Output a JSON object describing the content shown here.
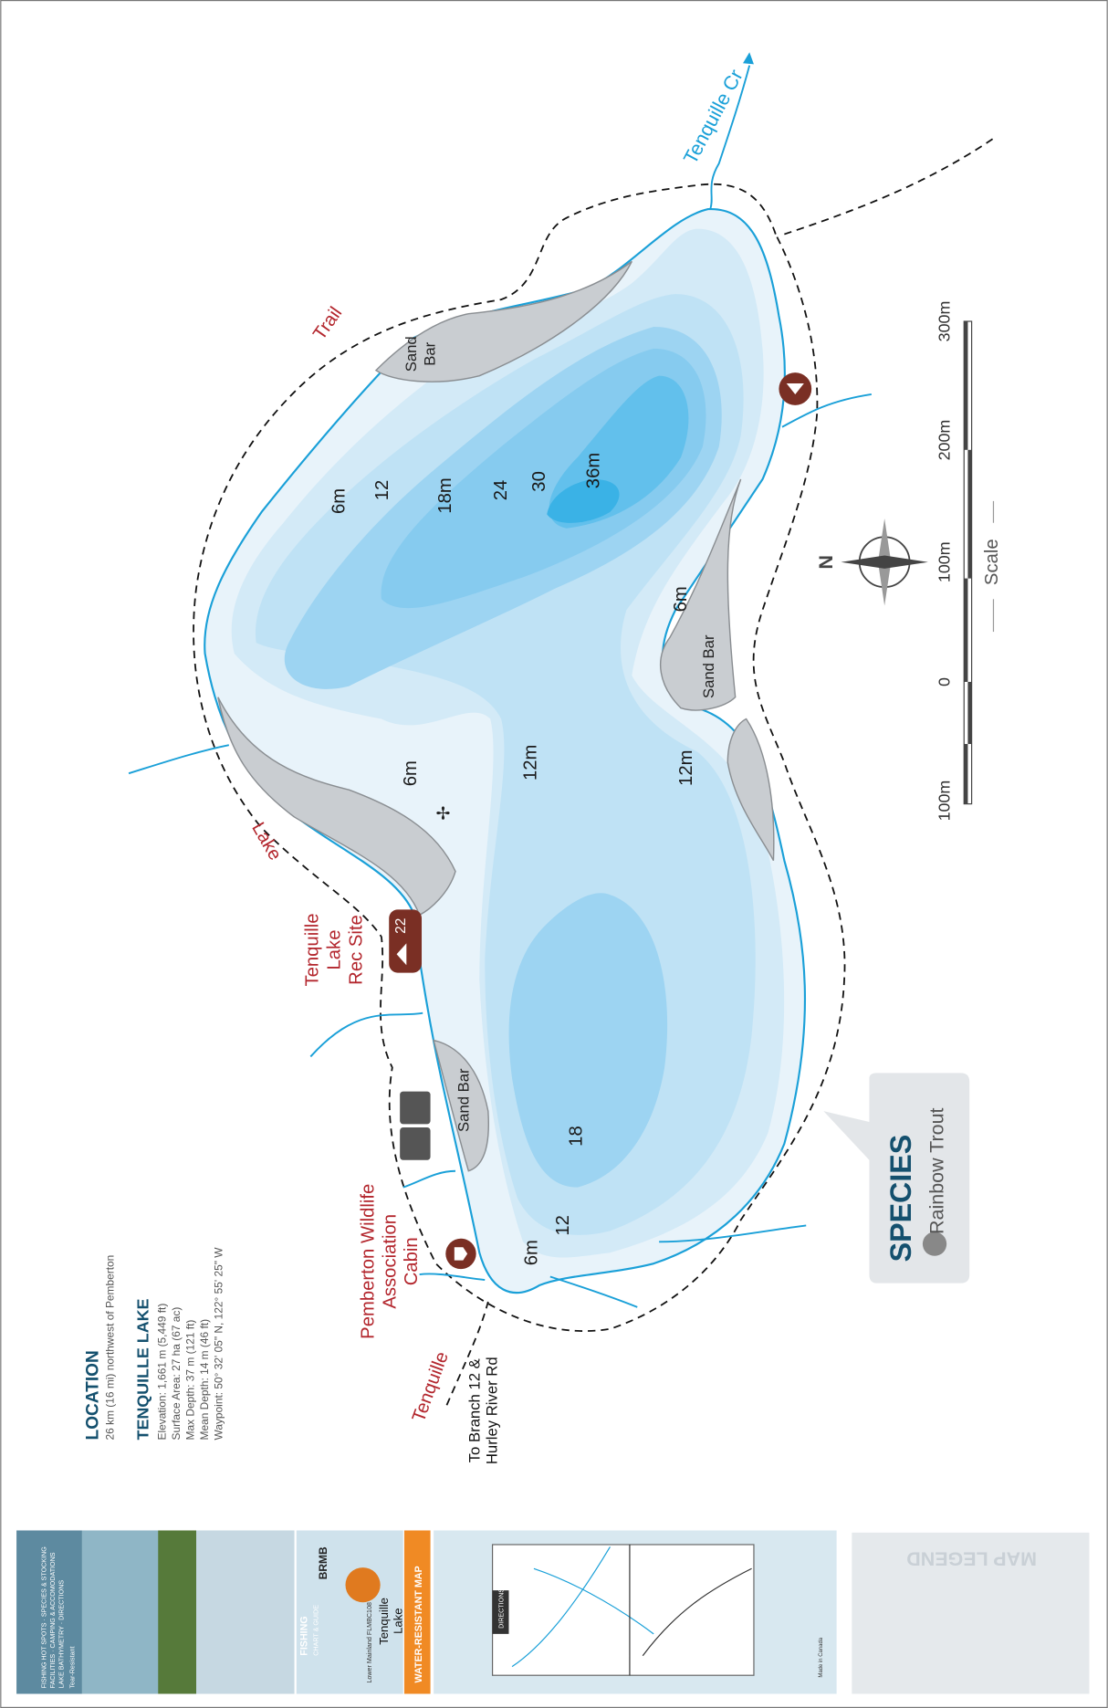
{
  "map": {
    "labels": {
      "trail": "Trail",
      "lake": "Lake",
      "tenquille": "Tenquille",
      "creek": "Tenquille Cr",
      "rec_site": [
        "Tenquille",
        "Lake",
        "Rec Site"
      ],
      "rec_site_number": "22",
      "cabin": [
        "Pemberton Wildlife",
        "Association",
        "Cabin"
      ],
      "road": [
        "To Branch 12 &",
        "Hurley River Rd"
      ],
      "sand_bar_1": [
        "Sand",
        "Bar"
      ],
      "sand_bar_2": "Sand Bar",
      "sand_bar_3": "Sand Bar"
    },
    "depths": [
      "6m",
      "12",
      "18m",
      "24",
      "30",
      "36m",
      "6m",
      "6m",
      "12m",
      "12m",
      "18",
      "12",
      "6m"
    ],
    "colors": {
      "shore": "#1aa0d8",
      "depth_shallow": "#e8f3fa",
      "depth_6": "#d3eaf7",
      "depth_12": "#bfe2f5",
      "depth_18": "#9dd4f2",
      "depth_24": "#86cbef",
      "depth_30": "#62c0ec",
      "depth_36": "#3ab2e6",
      "sand_bar": "#c9cdd1",
      "poi": "#7a2f24",
      "label_red": "#b3262d",
      "title_blue": "#14506e"
    },
    "compass": {
      "north": "N"
    },
    "scale": {
      "ticks": [
        "100m",
        "0",
        "100m",
        "200m",
        "300m"
      ],
      "label": "Scale"
    }
  },
  "species": {
    "title": "SPECIES",
    "items": [
      "Rainbow Trout"
    ]
  },
  "info": {
    "location_title": "LOCATION",
    "location_text": "26 km (16 mi) northwest of Pemberton",
    "lake_title": "TENQUILLE LAKE",
    "facts": [
      "Elevation: 1,661 m (5,449 ft)",
      "Surface Area: 27 ha (67 ac)",
      "Max Depth: 37 m (121 ft)",
      "Mean Depth: 14 m (46 ft)",
      "Waypoint: 50° 32' 05\" N, 122° 55' 25\" W"
    ]
  },
  "cover": {
    "features": [
      "FISHING HOT SPOTS · SPECIES & STOCKING",
      "FACILITIES · CAMPING & ACCOMODATIONS",
      "LAKE BATHYMETRY · DIRECTIONS"
    ],
    "tear": "Tear-Resistant",
    "brand": "BRMB",
    "chart": [
      "FISHING",
      "CHART & GUIDE"
    ],
    "title": [
      "Tenquille",
      "Lake"
    ],
    "code": "Lower Mainland FLMBC108",
    "water_resistant": "WATER-RESISTANT MAP",
    "directions": "DIRECTIONS",
    "made_in": "Made in Canada",
    "legend_title": "MAP LEGEND"
  }
}
